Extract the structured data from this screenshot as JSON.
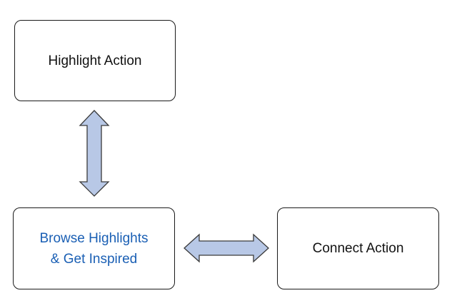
{
  "diagram": {
    "nodes": [
      {
        "id": "highlight",
        "label": "Highlight Action"
      },
      {
        "id": "browse",
        "label": "Browse Highlights\n& Get Inspired"
      },
      {
        "id": "connect",
        "label": "Connect Action"
      }
    ],
    "edges": [
      {
        "from": "highlight",
        "to": "browse",
        "direction": "both"
      },
      {
        "from": "browse",
        "to": "connect",
        "direction": "both"
      }
    ]
  },
  "colors": {
    "browse_text": "#1a5fb4",
    "default_text": "#111111",
    "arrow_fill": "#b8c8e6",
    "arrow_stroke": "#3a3a3a"
  }
}
